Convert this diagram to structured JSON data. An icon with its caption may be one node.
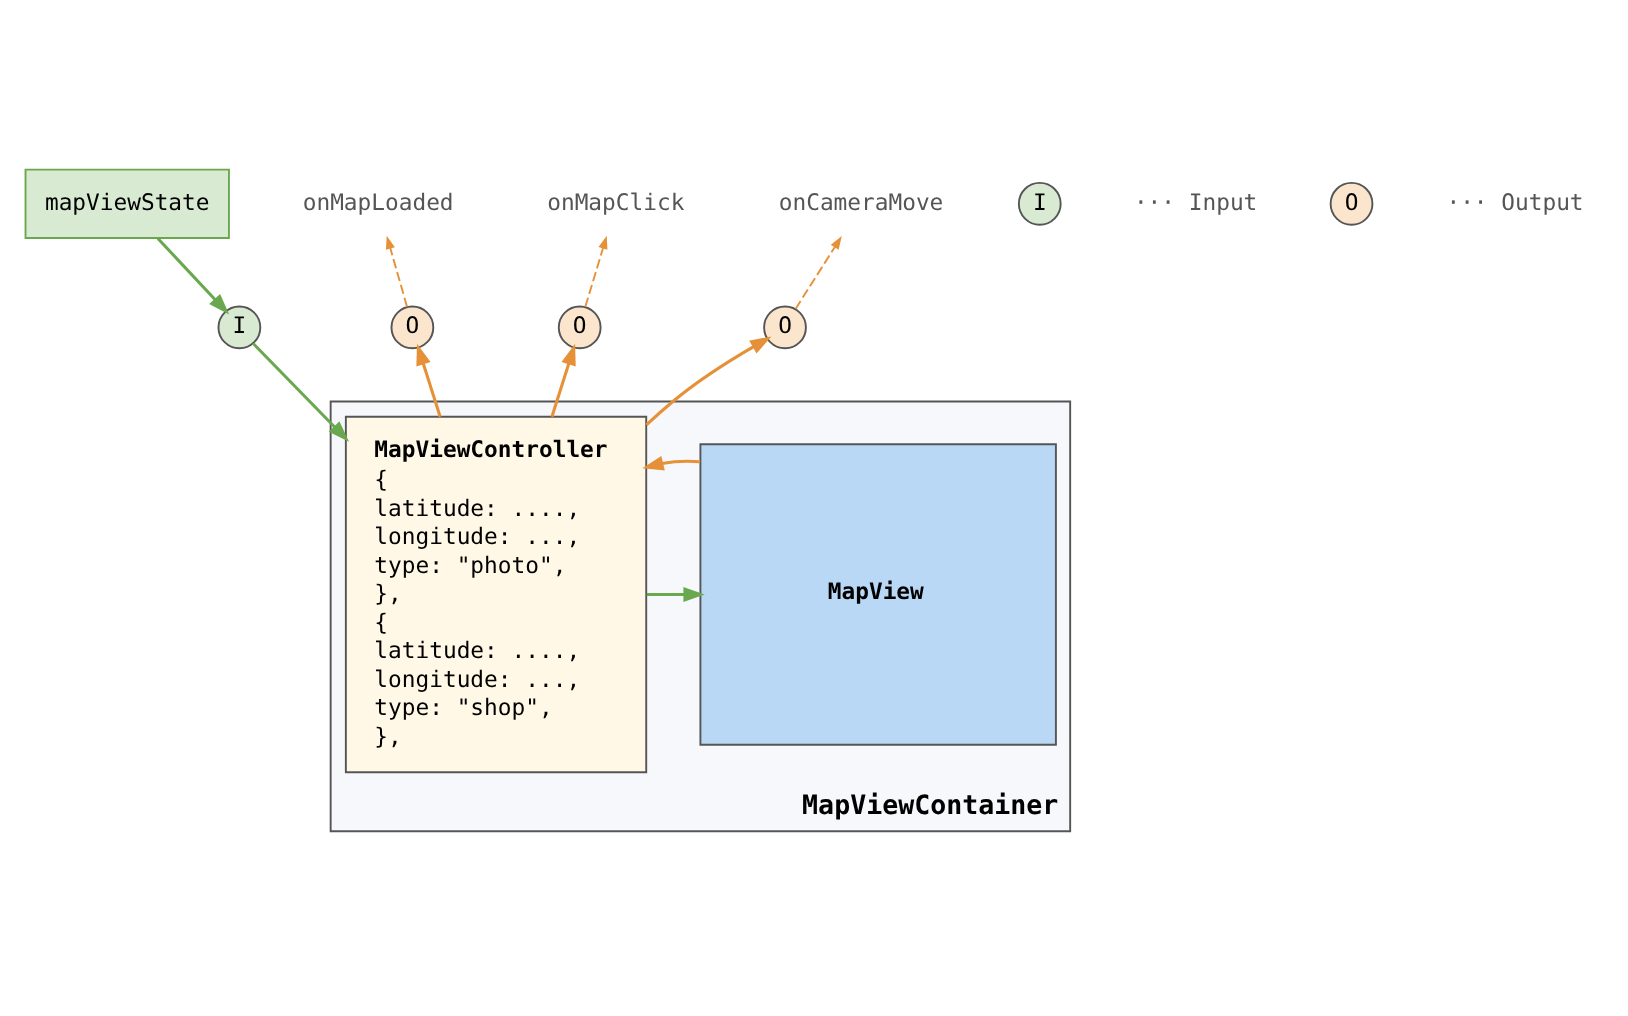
{
  "diagram": {
    "nodes": [
      {
        "text": [
          "mapViewState"
        ]
      },
      {
        "text": [
          "MapViewContainer"
        ]
      },
      {
        "text": [
          "I"
        ]
      },
      {
        "text": [
          "O"
        ]
      },
      {
        "text": [
          "O"
        ]
      },
      {
        "text": [
          "O"
        ]
      },
      {
        "text": [
          "MapViewController",
          "{",
          "latitude: ....,",
          "longitude: ...,",
          "type: \"photo\",",
          "},",
          "{",
          "latitude: ....,",
          "longitude: ...,",
          "type: \"shop\",",
          "},"
        ],
        "in": 1
      },
      {
        "text": [
          "MapView"
        ],
        "in": 1
      },
      {
        "text": [
          "onMapLoaded"
        ]
      },
      {
        "text": [
          "onMapClick"
        ]
      },
      {
        "text": [
          "onCameraMove"
        ]
      },
      {
        "text": [
          "I"
        ],
        "beside": [
          "··· Input"
        ]
      },
      {
        "text": [
          "O"
        ],
        "beside": [
          "··· Output"
        ]
      }
    ],
    "edges": [
      {
        "from": 0,
        "to": 2,
        "arrow": "to",
        "color": "#6aa84f"
      },
      {
        "from": 2,
        "to": 6,
        "arrow": "to",
        "color": "#6aa84f"
      },
      {
        "from": 6,
        "to": 3,
        "arrow": "to",
        "color": "#e69138"
      },
      {
        "from": 6,
        "to": 4,
        "arrow": "to",
        "color": "#e69138"
      },
      {
        "from": 6,
        "to": 5,
        "arrow": "to",
        "color": "#e69138"
      },
      {
        "from": 3,
        "to": 8,
        "arrow": "to",
        "style": "dashed",
        "color": "#e69138"
      },
      {
        "from": 4,
        "to": 9,
        "arrow": "to",
        "style": "dashed",
        "color": "#e69138"
      },
      {
        "from": 5,
        "to": 10,
        "arrow": "to",
        "style": "dashed",
        "color": "#e69138"
      },
      {
        "from": 6,
        "to": 7,
        "arrow": "to",
        "color": "#6aa84f"
      },
      {
        "from": 7,
        "to": 6,
        "arrow": "to",
        "color": "#e69138"
      }
    ]
  }
}
